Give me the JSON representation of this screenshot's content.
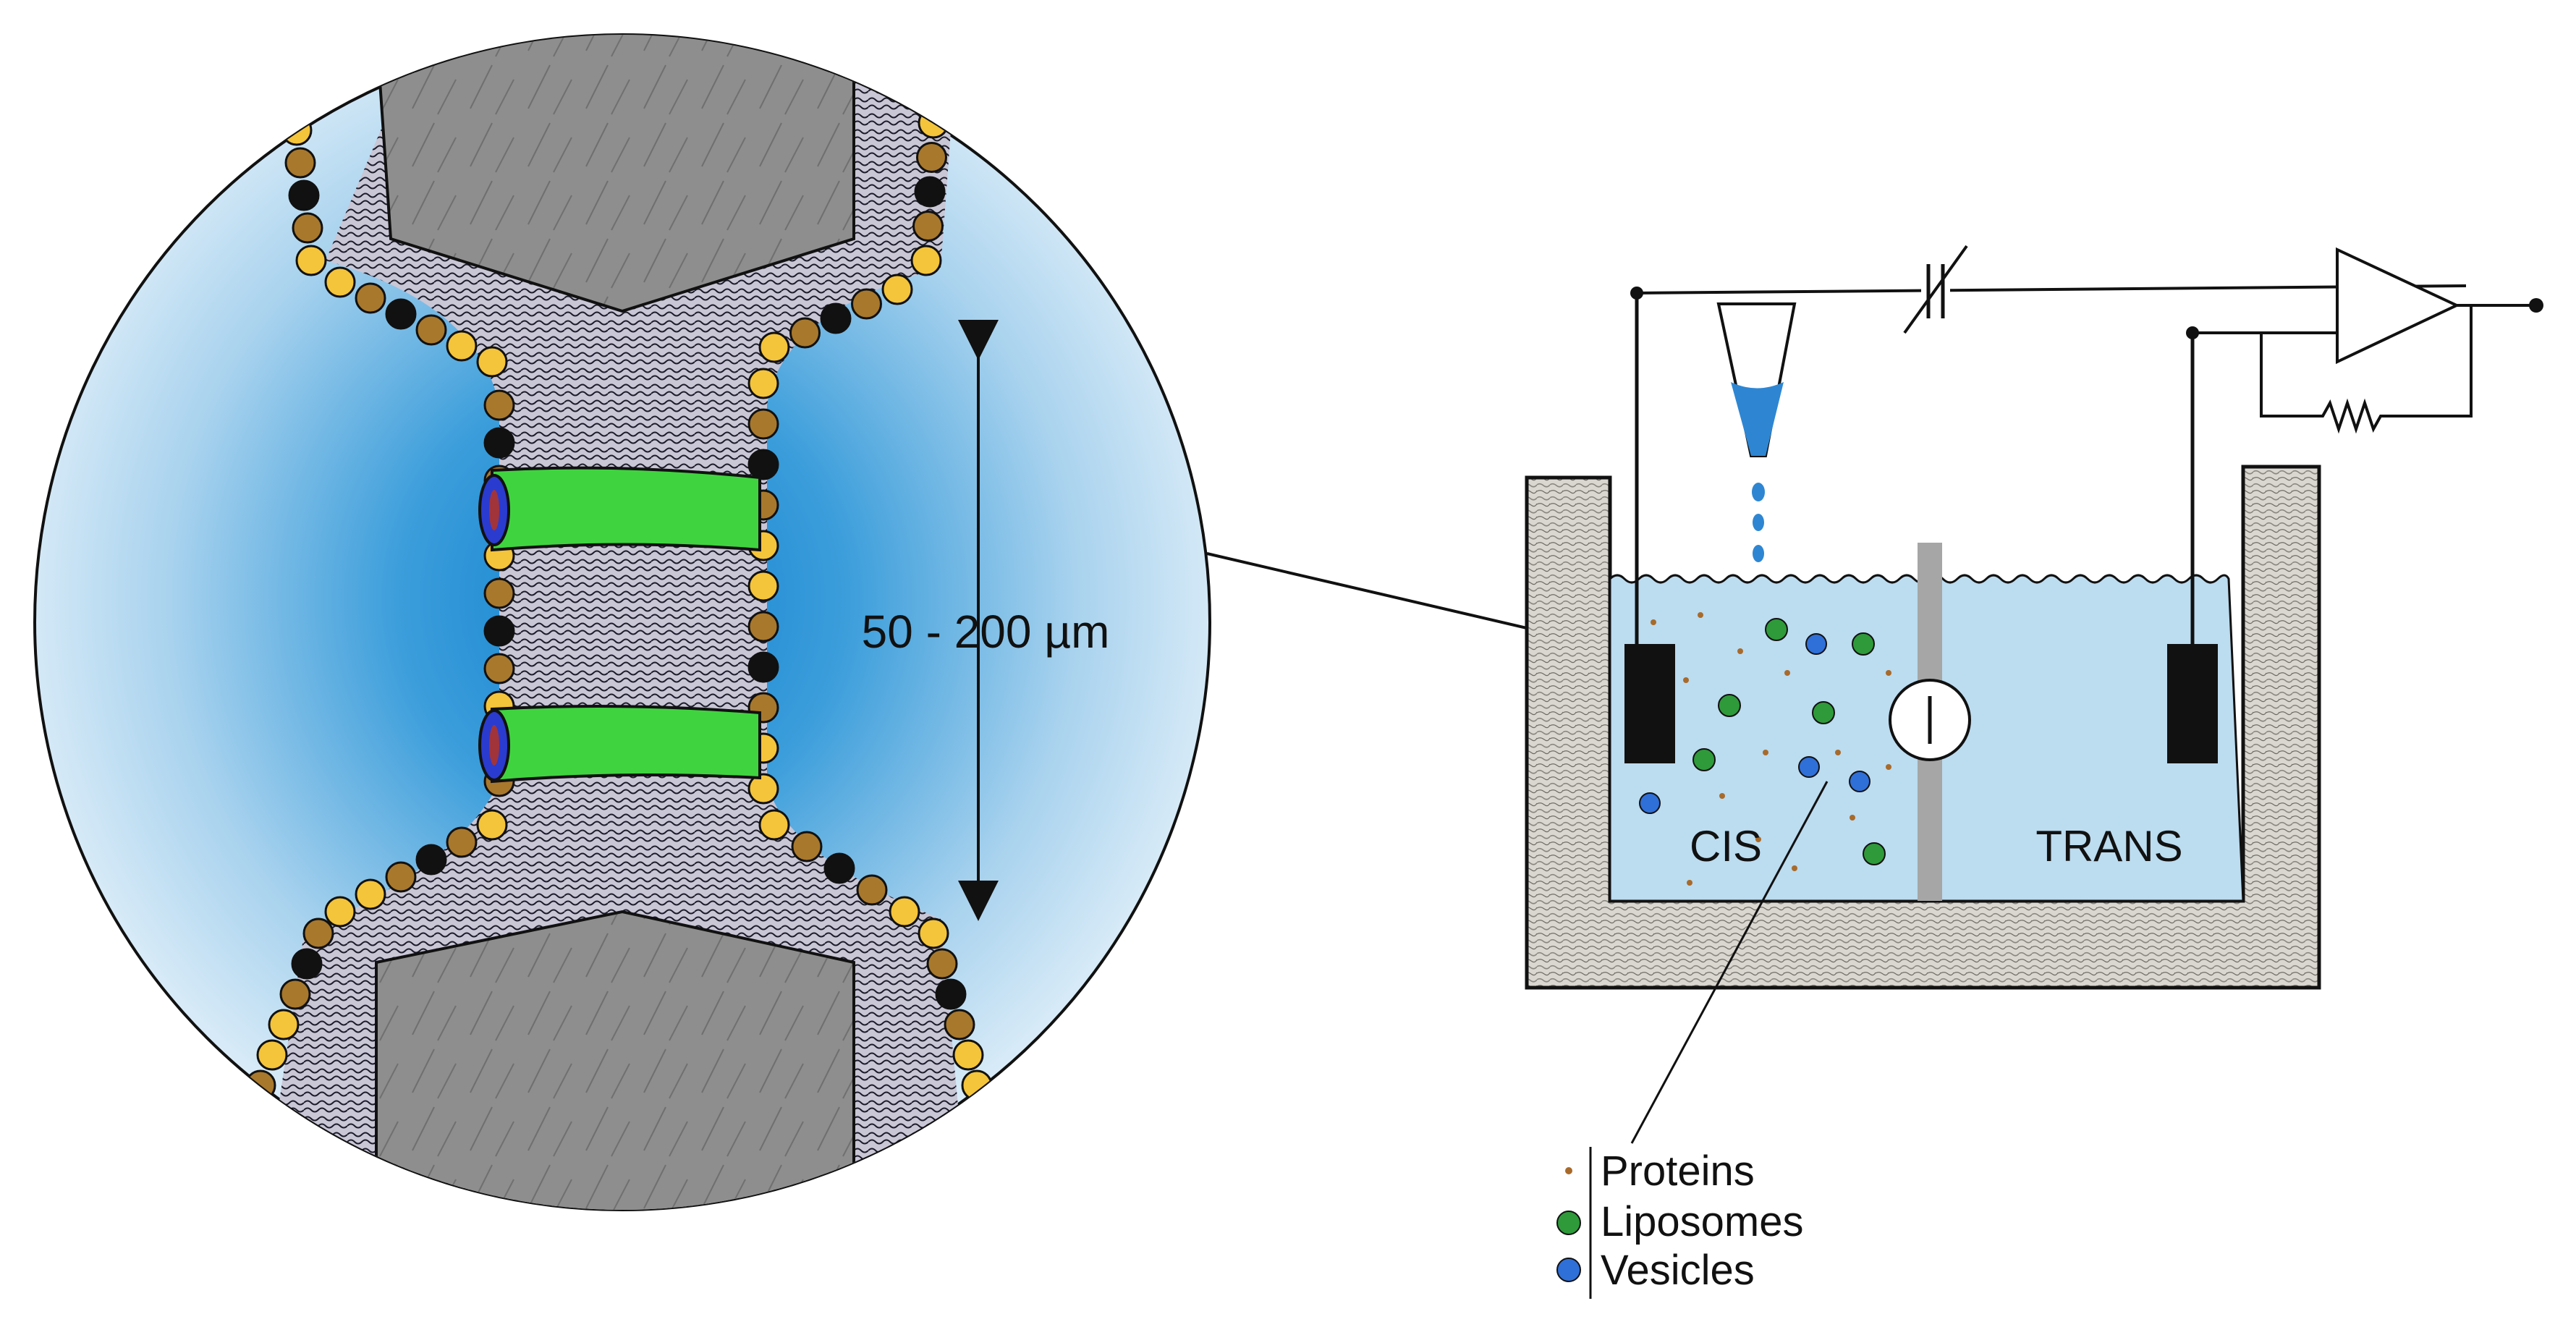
{
  "magnified_view": {
    "dimension_label": "50 - 200 µm"
  },
  "chamber": {
    "cis_label": "CIS",
    "trans_label": "TRANS"
  },
  "legend": {
    "items": [
      {
        "label": "Proteins",
        "marker": "protein-dot",
        "color": "#a86a2a"
      },
      {
        "label": "Liposomes",
        "marker": "liposome-dot",
        "color": "#2e9a3a"
      },
      {
        "label": "Vesicles",
        "marker": "vesicle-dot",
        "color": "#2f6fd8"
      }
    ]
  },
  "colors": {
    "solution": "#bcdcf0",
    "bath_wall": "#d9d6cf",
    "partition": "#a8a8a8",
    "electrode": "#111111",
    "channel": "#3fcf3f",
    "channel_end": "#2a3bd0",
    "lipid_head_yellow": "#f4c43a",
    "lipid_head_brown": "#a8782c",
    "support_block": "#8c8c8c",
    "lens_glow": "#1f8fd6"
  }
}
